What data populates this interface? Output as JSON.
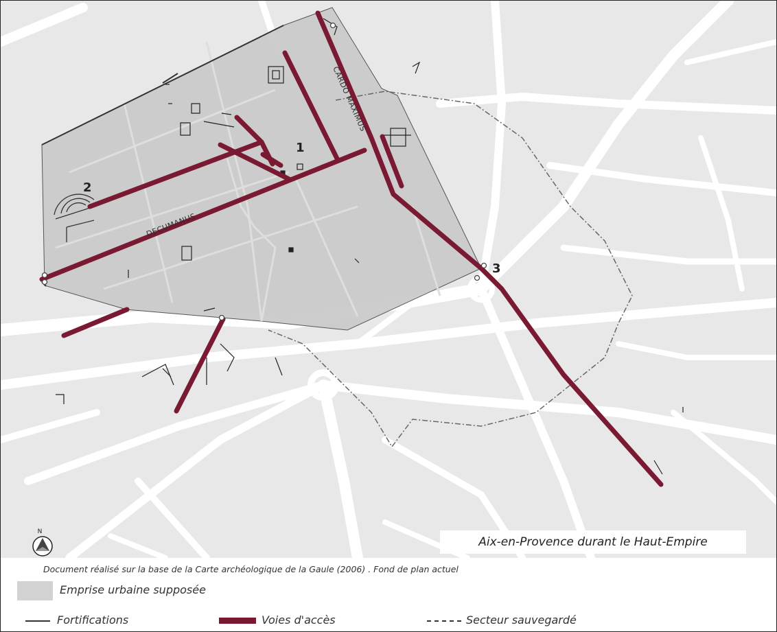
{
  "map": {
    "title": "Aix-en-Provence durant le Haut-Empire",
    "source_note": "Document réalisé sur la base de la Carte archéologique de la Gaule (2006) . Fond de plan actuel",
    "north_label": "N",
    "street_labels": {
      "cardo": "CARDO MAXIMUS",
      "decumanus": "DECUMANUS"
    },
    "site_markers": [
      "1",
      "2",
      "3"
    ],
    "colors": {
      "urban_area": "#d2d2d2",
      "access_roads": "#7a1a32",
      "fortifications": "#333333",
      "basemap": "#e8e8e8",
      "streets": "#ffffff"
    }
  },
  "legend": {
    "urban_area": "Emprise urbaine supposée",
    "fortifications": "Fortifications",
    "access_roads": "Voies d'accès",
    "protected_sector": "Secteur sauvegardé"
  }
}
